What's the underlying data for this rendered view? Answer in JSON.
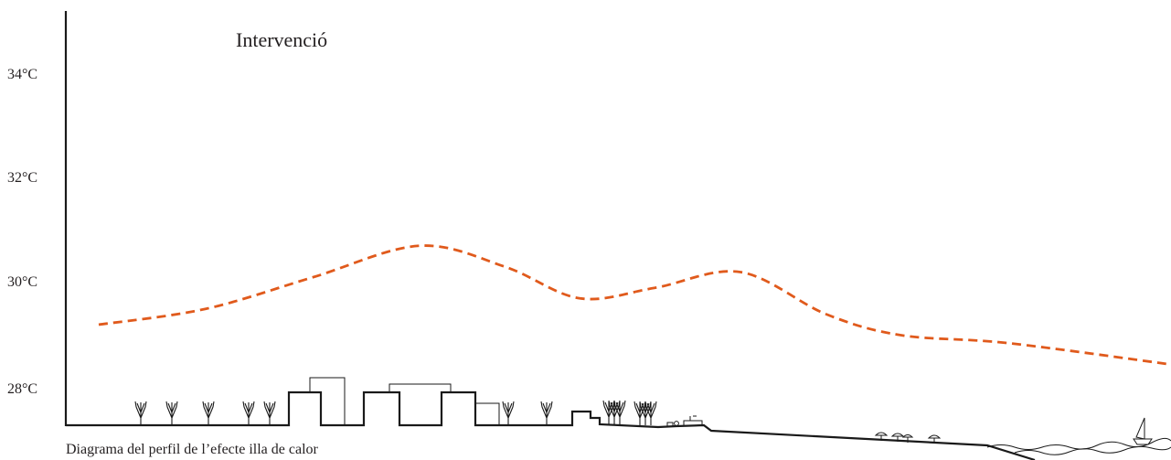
{
  "title": "Intervenció",
  "caption": "Diagrama del perfil de l’efecte illa de calor",
  "y_ticks": [
    "34°C",
    "32°C",
    "30°C",
    "28°C"
  ],
  "colors": {
    "temperature_curve": "#e05a1c",
    "ink": "#1a1a1a"
  },
  "chart_data": {
    "type": "line",
    "title": "Intervenció",
    "xlabel": "",
    "ylabel": "",
    "y_ticks": [
      34,
      32,
      30,
      28
    ],
    "ylim": [
      27.3,
      35
    ],
    "grid": false,
    "series": [
      {
        "style": "dashed",
        "color": "#e05a1c",
        "x": [
          0.0,
          0.1,
          0.2,
          0.3,
          0.38,
          0.45,
          0.52,
          0.6,
          0.68,
          0.75,
          0.85,
          1.0
        ],
        "values": [
          29.2,
          29.5,
          30.1,
          30.7,
          30.3,
          29.7,
          29.9,
          30.2,
          29.4,
          29.0,
          28.85,
          28.45
        ]
      }
    ]
  }
}
